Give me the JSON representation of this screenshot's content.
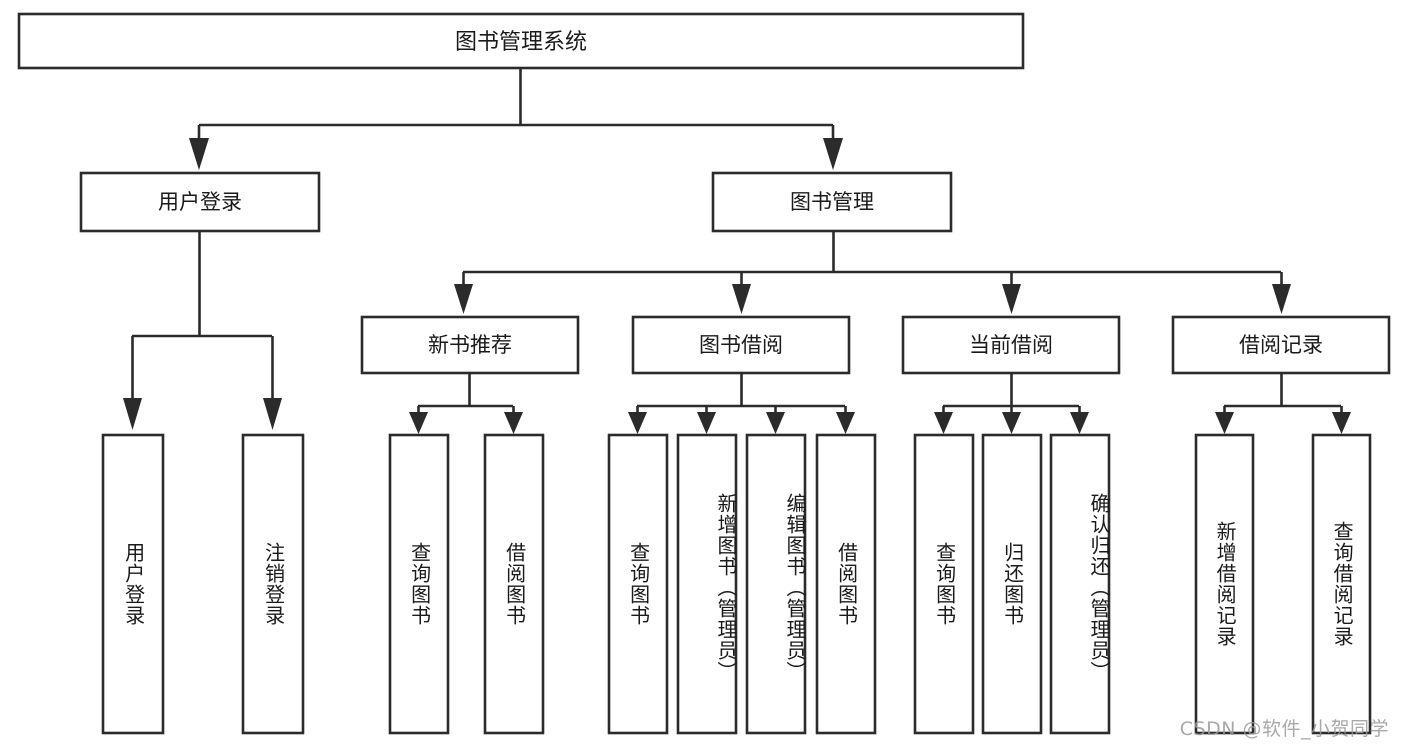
{
  "diagram": {
    "type": "tree",
    "title": "图书管理系统",
    "orientation": "top-down",
    "levels": 4,
    "colors": {
      "box_fill": "#ffffff",
      "box_stroke": "#2b2b2b",
      "connector": "#2b2b2b",
      "text": "#1a1a1a",
      "watermark": "#9a9a9a",
      "background": "#ffffff"
    },
    "root": {
      "label": "图书管理系统"
    },
    "level1": [
      {
        "label": "用户登录"
      },
      {
        "label": "图书管理"
      }
    ],
    "level2": [
      {
        "label": "新书推荐"
      },
      {
        "label": "图书借阅"
      },
      {
        "label": "当前借阅"
      },
      {
        "label": "借阅记录"
      }
    ],
    "leaves": {
      "user_login": [
        {
          "label": "用户登录"
        },
        {
          "label": "注销登录"
        }
      ],
      "new_book_recommend": [
        {
          "label": "查询图书"
        },
        {
          "label": "借阅图书"
        }
      ],
      "book_borrow": [
        {
          "label": "查询图书"
        },
        {
          "label": "新增图书（管理员）"
        },
        {
          "label": "编辑图书（管理员）"
        },
        {
          "label": "借阅图书"
        }
      ],
      "current_borrow": [
        {
          "label": "查询图书"
        },
        {
          "label": "归还图书"
        },
        {
          "label": "确认归还（管理员）"
        }
      ],
      "borrow_record": [
        {
          "label": "新增借阅记录"
        },
        {
          "label": "查询借阅记录"
        }
      ]
    }
  },
  "watermark": {
    "text": "CSDN @软件_小贺同学"
  }
}
